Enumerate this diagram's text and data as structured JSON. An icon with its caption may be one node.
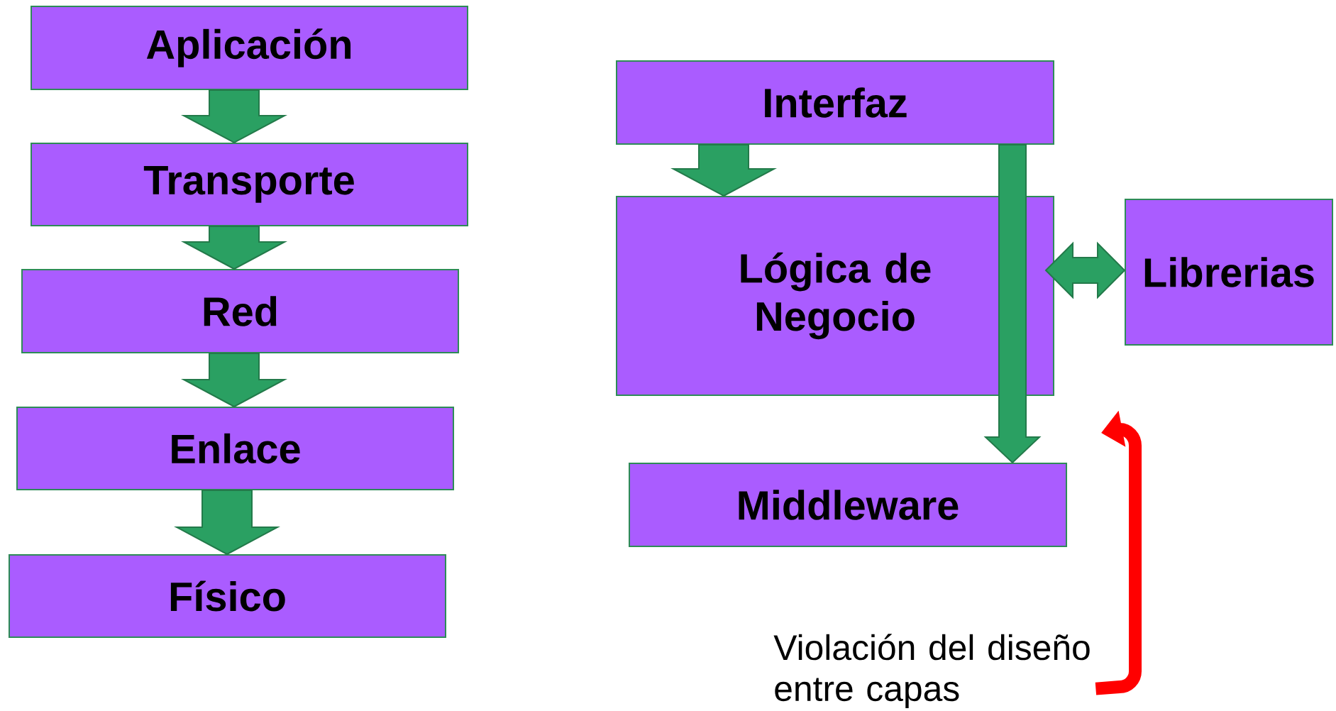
{
  "diagram": {
    "nodes": [
      {
        "text": [
          "Aplicación"
        ]
      },
      {
        "text": [
          "Transporte"
        ]
      },
      {
        "text": [
          "Red"
        ]
      },
      {
        "text": [
          "Enlace"
        ]
      },
      {
        "text": [
          "Físico"
        ]
      },
      {
        "text": [
          "Interfaz"
        ]
      },
      {
        "text": [
          "Lógica de Negocio"
        ]
      },
      {
        "text": [
          "Librerias"
        ]
      },
      {
        "text": [
          "Middleware"
        ]
      },
      {
        "text": [
          "Violación del diseño entre capas"
        ]
      }
    ],
    "edges": [
      {
        "from": 0,
        "to": 1,
        "arrow": "to"
      },
      {
        "from": 1,
        "to": 2,
        "arrow": "to"
      },
      {
        "from": 2,
        "to": 3,
        "arrow": "to"
      },
      {
        "from": 3,
        "to": 4,
        "arrow": "to"
      },
      {
        "from": 5,
        "to": 6,
        "arrow": "to"
      },
      {
        "from": 5,
        "to": 8,
        "arrow": "to"
      },
      {
        "from": 6,
        "to": 7,
        "arrow": "both"
      },
      {
        "from": 9,
        "to": null,
        "arrow": "to",
        "color": "#ff0000"
      }
    ]
  }
}
